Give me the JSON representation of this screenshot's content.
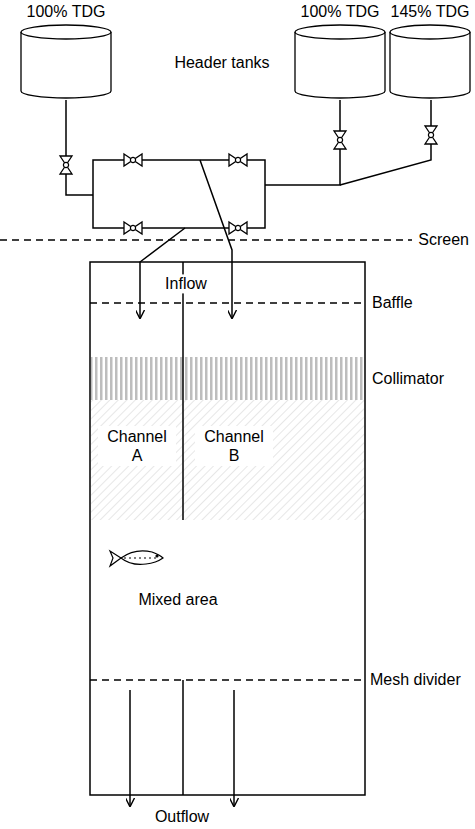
{
  "diagram": {
    "nodes": [
      {
        "text": [
          "100% TDG"
        ]
      },
      {
        "text": [
          "100% TDG"
        ]
      },
      {
        "text": [
          "145% TDG"
        ]
      },
      {
        "text": [
          "Channel A"
        ]
      },
      {
        "text": [
          "Channel B"
        ]
      }
    ],
    "labels": [
      "Header tanks",
      "Screen",
      "Inflow",
      "Baffle",
      "Collimator",
      "Mixed area",
      "Mesh divider",
      "Outflow"
    ]
  }
}
